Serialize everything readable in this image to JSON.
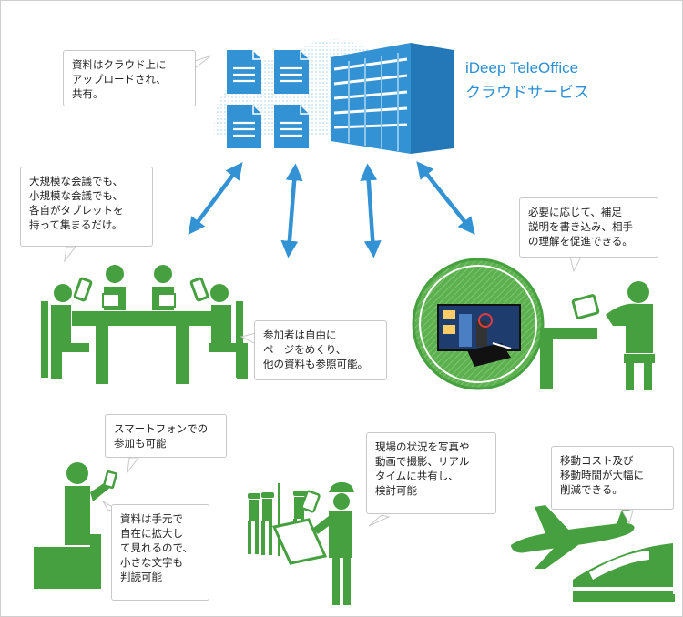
{
  "colors": {
    "green": "#46a040",
    "blue": "#3392d3",
    "light_blue": "#8ec6ea",
    "bubble_border": "#c8c8c8"
  },
  "service": {
    "name": "iDeep TeleOffice",
    "subtitle": "クラウドサービス"
  },
  "icons": [
    "document-icon",
    "server-icon",
    "arrow-icon",
    "meeting-people-icon",
    "tablet-icon",
    "remote-support-icon",
    "smartphone-user-icon",
    "field-workers-icon",
    "airplane-icon",
    "train-icon"
  ],
  "callouts": {
    "cloud_upload": [
      "資料はクラウド上に",
      "アップロードされ、",
      "共有。"
    ],
    "meeting": [
      "大規模な会議でも、",
      "小規模な会議でも、",
      "各自がタブレットを",
      "持って集まるだけ。"
    ],
    "supplement": [
      "必要に応じて、補足",
      "説明を書き込み、相手",
      "の理解を促進できる。"
    ],
    "free_paging": [
      "参加者は自由に",
      "ページをめくり、",
      "他の資料も参照可能。"
    ],
    "smartphone": [
      "スマートフォンでの",
      "参加も可能"
    ],
    "field": [
      "現場の状況を写真や",
      "動画で撮影、リアル",
      "タイムに共有し、",
      "検討可能"
    ],
    "cost": [
      "移動コスト及び",
      "移動時間が大幅に",
      "削減できる。"
    ],
    "readable": [
      "資料は手元で",
      "自在に拡大し",
      "て見れるので、",
      "小さな文字も",
      "判読可能"
    ]
  }
}
